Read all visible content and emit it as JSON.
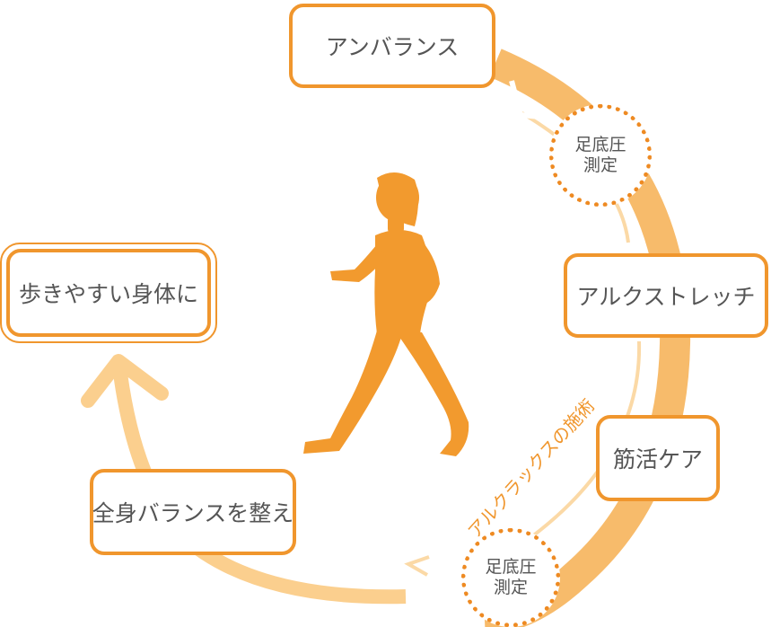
{
  "colors": {
    "accent": "#f0962d",
    "ring": "#f7bb6b",
    "ring_light": "#fbd9a6",
    "figure": "#f29a2e",
    "text": "#555555"
  },
  "nodes": {
    "top": "アンバランス",
    "right": "アルクストレッチ",
    "lower_right": "筋活ケア",
    "bottom_left": "全身バランスを整え",
    "left": "歩きやすい身体に"
  },
  "measurements": {
    "upper": [
      "足底圧",
      "測定"
    ],
    "lower": [
      "足底圧",
      "測定"
    ]
  },
  "arc_label": "アルクラックスの施術",
  "icons": {
    "center": "walking-woman-icon",
    "arrow": "arrow-up-icon"
  }
}
